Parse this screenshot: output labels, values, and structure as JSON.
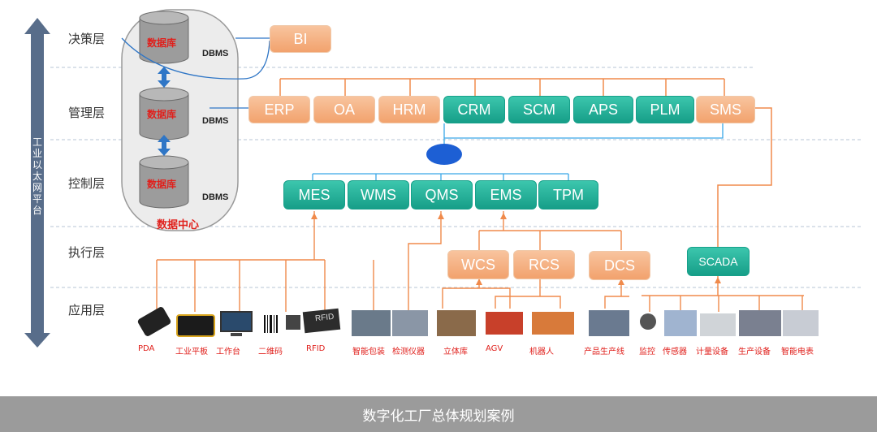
{
  "layers": [
    "决策层",
    "管理层",
    "控制层",
    "执行层",
    "应用层"
  ],
  "platform_label": "工业以太网平台",
  "data_center": {
    "title": "数据中心",
    "db_label": "数据库",
    "dbms_label": "DBMS"
  },
  "decision": {
    "bi": "BI"
  },
  "management": [
    "ERP",
    "OA",
    "HRM",
    "CRM",
    "SCM",
    "APS",
    "PLM",
    "SMS"
  ],
  "control": [
    "MES",
    "WMS",
    "QMS",
    "EMS",
    "TPM"
  ],
  "execution": [
    "WCS",
    "RCS",
    "DCS",
    "SCADA"
  ],
  "devices": [
    "PDA",
    "工业平板",
    "工作台",
    "二维码",
    "RFID",
    "智能包装",
    "检测仪器",
    "立体库",
    "AGV",
    "机器人",
    "产品生产线",
    "监控",
    "传感器",
    "计量设备",
    "生产设备",
    "智能电表"
  ],
  "rfid_tag": "RFID",
  "footer": "数字化工厂总体规划案例",
  "colors": {
    "orange": "#f2a26d",
    "teal": "#17a08a",
    "connector_orange": "#f08a4b",
    "connector_blue": "#3aa7e8"
  }
}
